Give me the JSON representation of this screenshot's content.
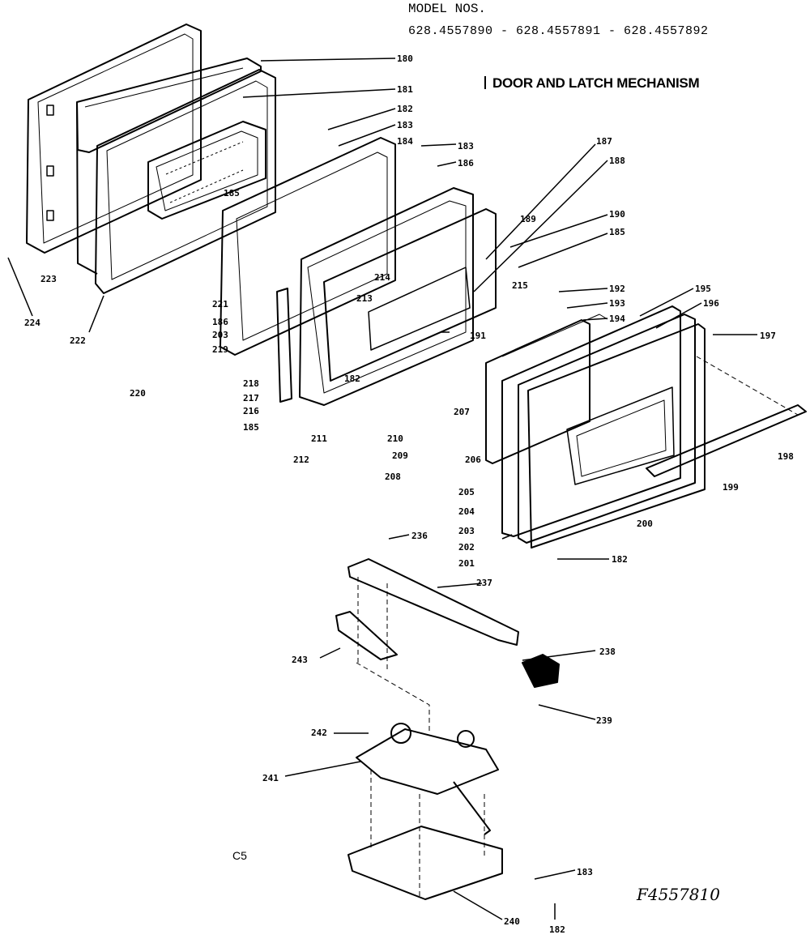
{
  "header": {
    "model_nos_label": "MODEL NOS.",
    "model_numbers": "628.4557890 - 628.4557891 - 628.4557892",
    "title": "DOOR AND LATCH MECHANISM"
  },
  "footer": {
    "page_code": "C5",
    "figure_number": "F4557810"
  },
  "callouts": [
    {
      "id": "c180",
      "text": "180"
    },
    {
      "id": "c181",
      "text": "181"
    },
    {
      "id": "c182a",
      "text": "182"
    },
    {
      "id": "c183a",
      "text": "183"
    },
    {
      "id": "c184",
      "text": "184"
    },
    {
      "id": "c183b",
      "text": "183"
    },
    {
      "id": "c186a",
      "text": "186"
    },
    {
      "id": "c187",
      "text": "187"
    },
    {
      "id": "c188",
      "text": "188"
    },
    {
      "id": "c189",
      "text": "189"
    },
    {
      "id": "c190",
      "text": "190"
    },
    {
      "id": "c185a",
      "text": "185"
    },
    {
      "id": "c185b",
      "text": "185"
    },
    {
      "id": "c214",
      "text": "214"
    },
    {
      "id": "c213",
      "text": "213"
    },
    {
      "id": "c215",
      "text": "215"
    },
    {
      "id": "c192",
      "text": "192"
    },
    {
      "id": "c193",
      "text": "193"
    },
    {
      "id": "c194",
      "text": "194"
    },
    {
      "id": "c195",
      "text": "195"
    },
    {
      "id": "c196",
      "text": "196"
    },
    {
      "id": "c197",
      "text": "197"
    },
    {
      "id": "c191",
      "text": "191"
    },
    {
      "id": "c223",
      "text": "223"
    },
    {
      "id": "c224",
      "text": "224"
    },
    {
      "id": "c222",
      "text": "222"
    },
    {
      "id": "c221",
      "text": "221"
    },
    {
      "id": "c186b",
      "text": "186"
    },
    {
      "id": "c203a",
      "text": "203"
    },
    {
      "id": "c219",
      "text": "219"
    },
    {
      "id": "c182b",
      "text": "182"
    },
    {
      "id": "c218",
      "text": "218"
    },
    {
      "id": "c217",
      "text": "217"
    },
    {
      "id": "c216",
      "text": "216"
    },
    {
      "id": "c185c",
      "text": "185"
    },
    {
      "id": "c220",
      "text": "220"
    },
    {
      "id": "c212",
      "text": "212"
    },
    {
      "id": "c211",
      "text": "211"
    },
    {
      "id": "c210",
      "text": "210"
    },
    {
      "id": "c207",
      "text": "207"
    },
    {
      "id": "c209",
      "text": "209"
    },
    {
      "id": "c208",
      "text": "208"
    },
    {
      "id": "c206",
      "text": "206"
    },
    {
      "id": "c205",
      "text": "205"
    },
    {
      "id": "c204",
      "text": "204"
    },
    {
      "id": "c203b",
      "text": "203"
    },
    {
      "id": "c202",
      "text": "202"
    },
    {
      "id": "c201",
      "text": "201"
    },
    {
      "id": "c200",
      "text": "200"
    },
    {
      "id": "c199",
      "text": "199"
    },
    {
      "id": "c198",
      "text": "198"
    },
    {
      "id": "c182c",
      "text": "182"
    },
    {
      "id": "c236",
      "text": "236"
    },
    {
      "id": "c237",
      "text": "237"
    },
    {
      "id": "c238",
      "text": "238"
    },
    {
      "id": "c239",
      "text": "239"
    },
    {
      "id": "c243",
      "text": "243"
    },
    {
      "id": "c242",
      "text": "242"
    },
    {
      "id": "c241",
      "text": "241"
    },
    {
      "id": "c183c",
      "text": "183"
    },
    {
      "id": "c240",
      "text": "240"
    },
    {
      "id": "c182d",
      "text": "182"
    }
  ]
}
